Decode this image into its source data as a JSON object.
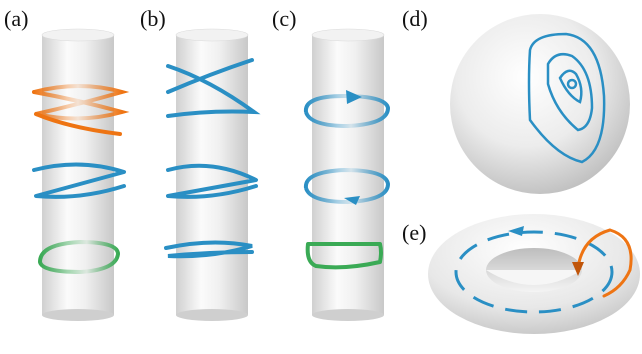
{
  "figure": {
    "panels": [
      {
        "label": "(a)",
        "surface": "cylinder",
        "curves": [
          "orange-helix",
          "blue-helix",
          "green-loop"
        ]
      },
      {
        "label": "(b)",
        "surface": "cylinder",
        "curves": [
          "blue-helix"
        ]
      },
      {
        "label": "(c)",
        "surface": "cylinder",
        "curves": [
          "blue-arrow-loop-upper",
          "blue-arrow-loop-lower",
          "green-loop"
        ]
      },
      {
        "label": "(d)",
        "surface": "sphere",
        "curves": [
          "blue-spiral"
        ]
      },
      {
        "label": "(e)",
        "surface": "torus",
        "curves": [
          "blue-dashed-loop",
          "orange-arrow"
        ]
      }
    ],
    "colors": {
      "blue": "#2a8fc4",
      "orange": "#ee7413",
      "green": "#3aaa55",
      "surface_light": "#f7f7f7",
      "surface_dark": "#cdcdcd"
    }
  }
}
